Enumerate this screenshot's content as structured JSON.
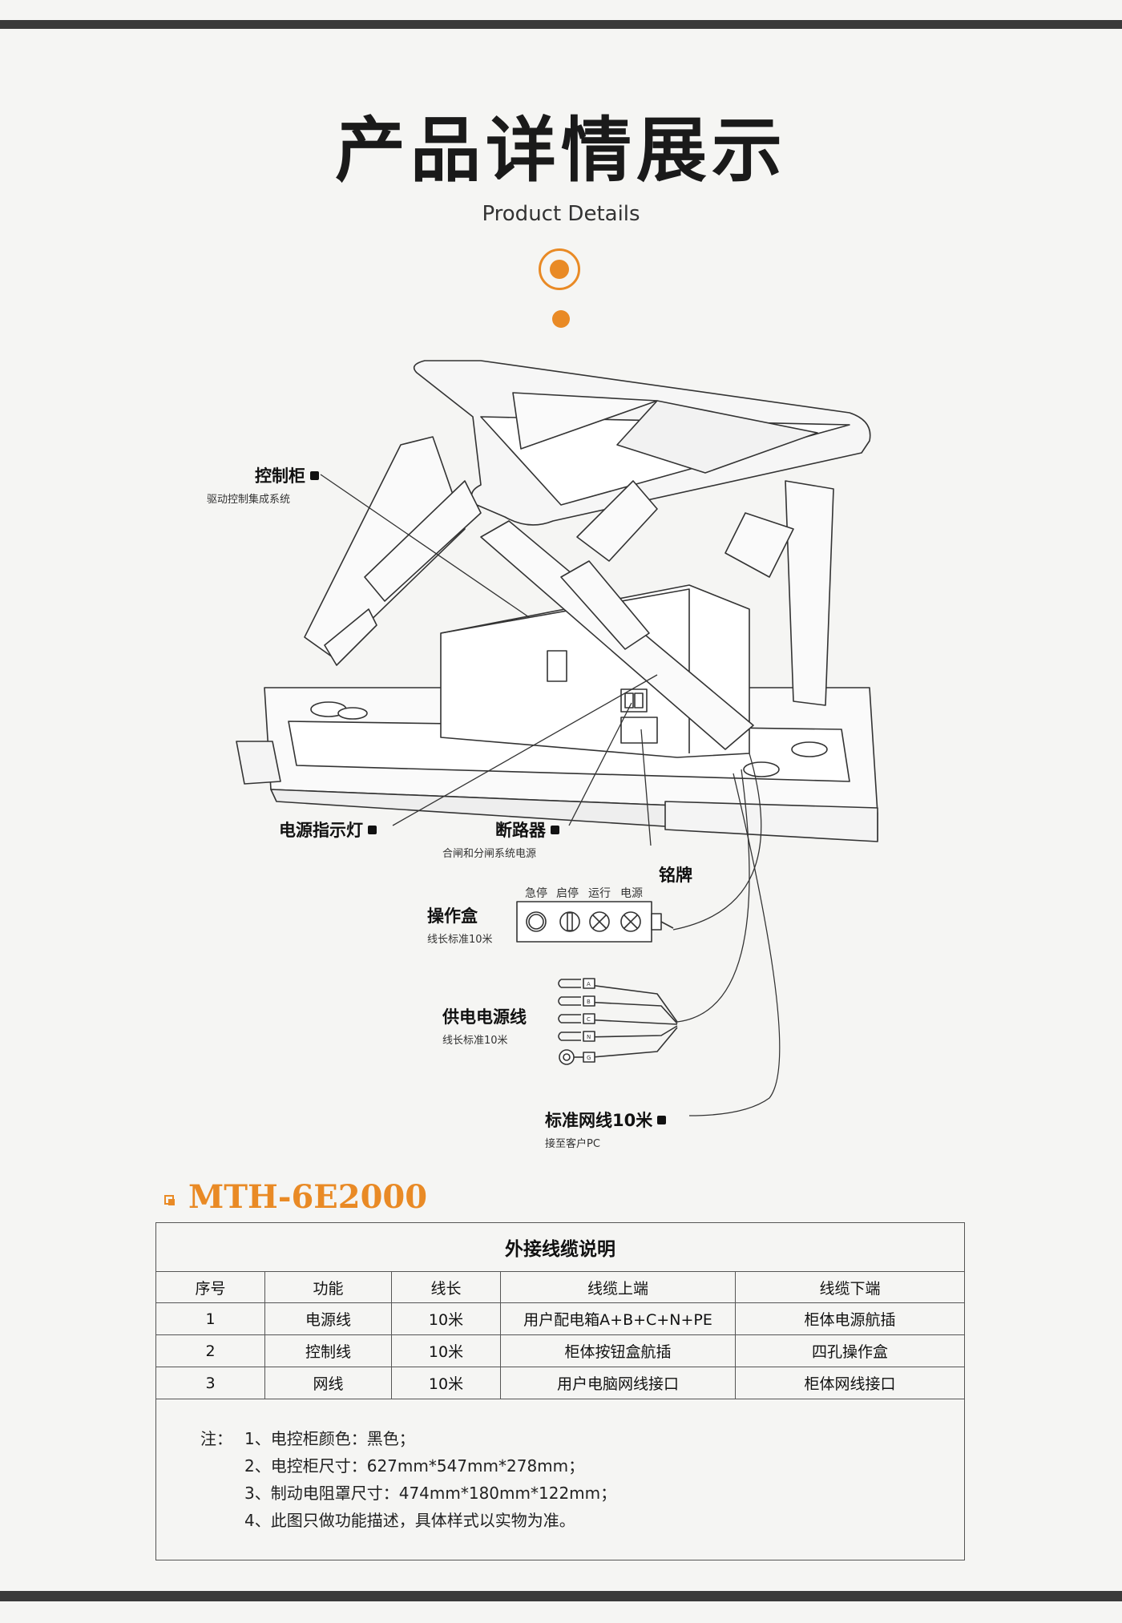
{
  "header": {
    "title": "产品详情展示",
    "subtitle": "Product Details"
  },
  "callouts": {
    "cabinet": {
      "title": "控制柜",
      "desc": "驱动控制集成系统"
    },
    "power_light": {
      "title": "电源指示灯"
    },
    "breaker": {
      "title": "断路器",
      "desc": "合闸和分闸系统电源"
    },
    "nameplate": {
      "title": "铭牌"
    },
    "op_box": {
      "title": "操作盒",
      "desc": "线长标准10米"
    },
    "power_cable": {
      "title": "供电电源线",
      "desc": "线长标准10米"
    },
    "network": {
      "title": "标准网线10米",
      "desc": "接至客户PC"
    }
  },
  "op_box_buttons": [
    "急停",
    "启停",
    "运行",
    "电源"
  ],
  "terminals": [
    "A",
    "B",
    "C",
    "N",
    "G"
  ],
  "model": "MTH-6E2000",
  "table": {
    "caption": "外接线缆说明",
    "headers": [
      "序号",
      "功能",
      "线长",
      "线缆上端",
      "线缆下端"
    ],
    "rows": [
      [
        "1",
        "电源线",
        "10米",
        "用户配电箱A+B+C+N+PE",
        "柜体电源航插"
      ],
      [
        "2",
        "控制线",
        "10米",
        "柜体按钮盒航插",
        "四孔操作盒"
      ],
      [
        "3",
        "网线",
        "10米",
        "用户电脑网线接口",
        "柜体网线接口"
      ]
    ],
    "notes_label": "注：",
    "notes": [
      "1、电控柜颜色：黑色；",
      "2、电控柜尺寸：627mm*547mm*278mm；",
      "3、制动电阻罩尺寸：474mm*180mm*122mm；",
      "4、此图只做功能描述，具体样式以实物为准。"
    ]
  },
  "colors": {
    "accent": "#e98a25",
    "bars": "#3a3a3a",
    "background": "#f5f5f3"
  }
}
